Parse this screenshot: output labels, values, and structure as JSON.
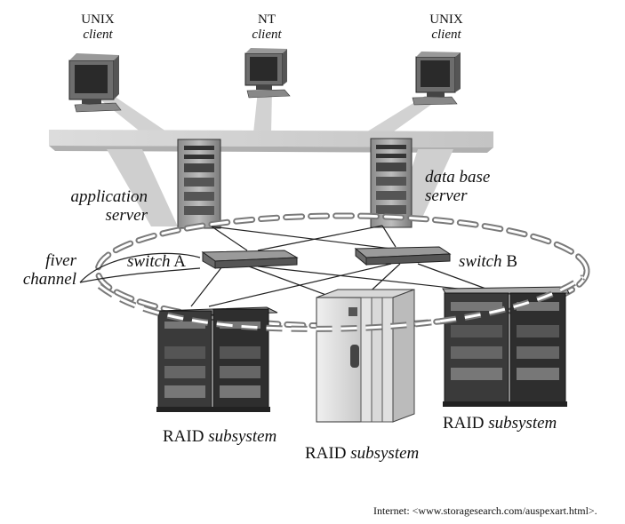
{
  "clients": [
    {
      "os": "UNIX",
      "role": "client"
    },
    {
      "os": "NT",
      "role": "client"
    },
    {
      "os": "UNIX",
      "role": "client"
    }
  ],
  "servers": {
    "application": {
      "line1": "application",
      "line2": "server"
    },
    "database": {
      "line1": "data base",
      "line2": "server"
    }
  },
  "fiber": {
    "line1": "fiver",
    "line2": "channel"
  },
  "switches": [
    {
      "italic": "switch",
      "id": "A"
    },
    {
      "italic": "switch",
      "id": "B"
    }
  ],
  "raid": [
    {
      "name": "RAID",
      "italic": "subsystem"
    },
    {
      "name": "RAID",
      "italic": "subsystem"
    },
    {
      "name": "RAID",
      "italic": "subsystem"
    }
  ],
  "source": "Internet: <www.storagesearch.com/auspexart.html>."
}
